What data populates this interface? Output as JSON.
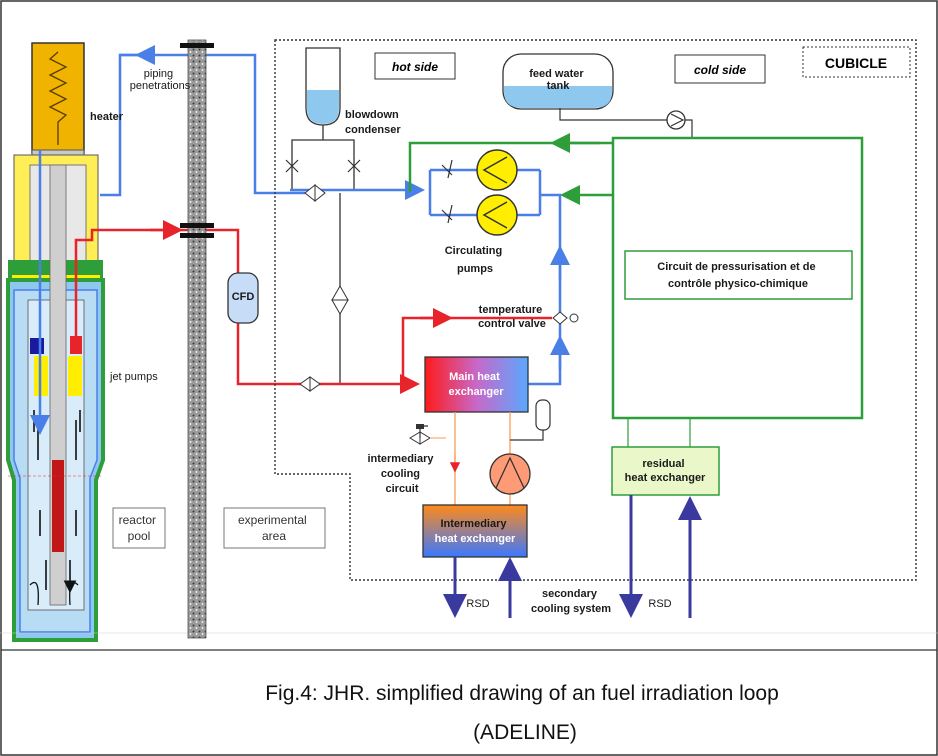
{
  "diagram": {
    "labels": {
      "piping_penetrations": [
        "piping",
        "penetrations"
      ],
      "heater": "heater",
      "jet_pumps": "jet pumps",
      "reactor_pool": [
        "reactor",
        "pool"
      ],
      "experimental_area": [
        "experimental",
        "area"
      ],
      "cfd": "CFD",
      "hot_side": "hot side",
      "cold_side": "cold side",
      "cubicle": "CUBICLE",
      "feed_water_tank": [
        "feed water",
        "tank"
      ],
      "blowdown_condenser": [
        "blowdown",
        "condenser"
      ],
      "circulating_pumps": [
        "Circulating",
        "pumps"
      ],
      "temperature_control_valve": [
        "temperature",
        "control valve"
      ],
      "main_heat_exchanger": [
        "Main heat",
        "exchanger"
      ],
      "intermediary_cooling_circuit": [
        "intermediary",
        "cooling",
        "circuit"
      ],
      "intermediary_heat_exchanger": [
        "Intermediary",
        "heat exchanger"
      ],
      "pressurisation_circuit": [
        "Circuit de pressurisation et de",
        "contrôle physico-chimique"
      ],
      "residual_heat_exchanger": [
        "residual",
        "heat exchanger"
      ],
      "rsd_left": "RSD",
      "rsd_right": "RSD",
      "secondary_cooling_system": [
        "secondary",
        "cooling system"
      ]
    },
    "colors": {
      "hot_line": "#e8232a",
      "cold_line": "#4a7fe8",
      "green_line": "#2e9e3a",
      "navy_line": "#3a3a9e",
      "pump_yellow": "#ffee00",
      "heater_fill": "#f0b400"
    }
  },
  "caption": {
    "line1": "Fig.4:  JHR. simplified drawing of an fuel irradiation loop",
    "line2": "(ADELINE)"
  }
}
